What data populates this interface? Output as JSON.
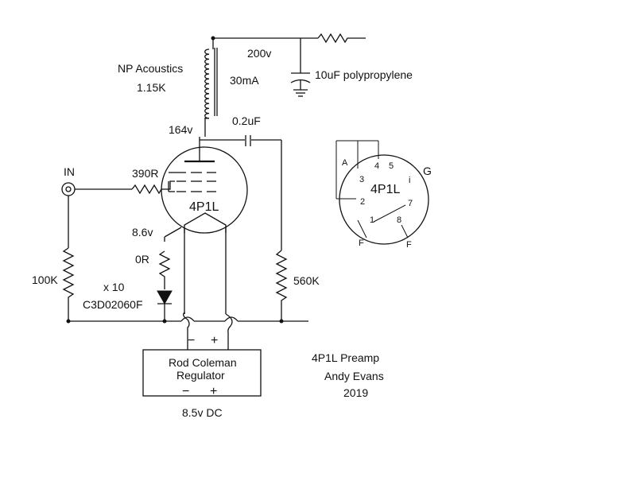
{
  "labels": {
    "transformer_maker": "NP Acoustics",
    "transformer_value": "1.15K",
    "current": "30mA",
    "supply_voltage": "200v",
    "supply_cap": "10uF polypropylene",
    "plate_voltage": "164v",
    "coupling_cap": "0.2uF",
    "input": "IN",
    "grid_resistor": "390R",
    "tube": "4P1L",
    "cathode_voltage": "8.6v",
    "cathode_resistor": "0R",
    "diode_count": "x 10",
    "diode_part": "C3D02060F",
    "input_resistor": "100K",
    "output_resistor": "560K",
    "regulator_line1": "Rod Coleman",
    "regulator_line2": "Regulator",
    "regulator_top_minus": "−",
    "regulator_top_plus": "+",
    "regulator_bottom_minus": "−",
    "regulator_bottom_plus": "+",
    "dc_supply": "8.5v DC",
    "title": "4P1L Preamp",
    "author": "Andy Evans",
    "year": "2019"
  },
  "pinout": {
    "tube": "4P1L",
    "pin_1": "1",
    "pin_2": "2",
    "pin_3": "3",
    "pin_4": "4",
    "pin_5": "5",
    "pin_6": "i",
    "pin_7": "7",
    "pin_8": "8",
    "anode": "A",
    "grid": "G",
    "filament_left": "F",
    "filament_right": "F"
  }
}
